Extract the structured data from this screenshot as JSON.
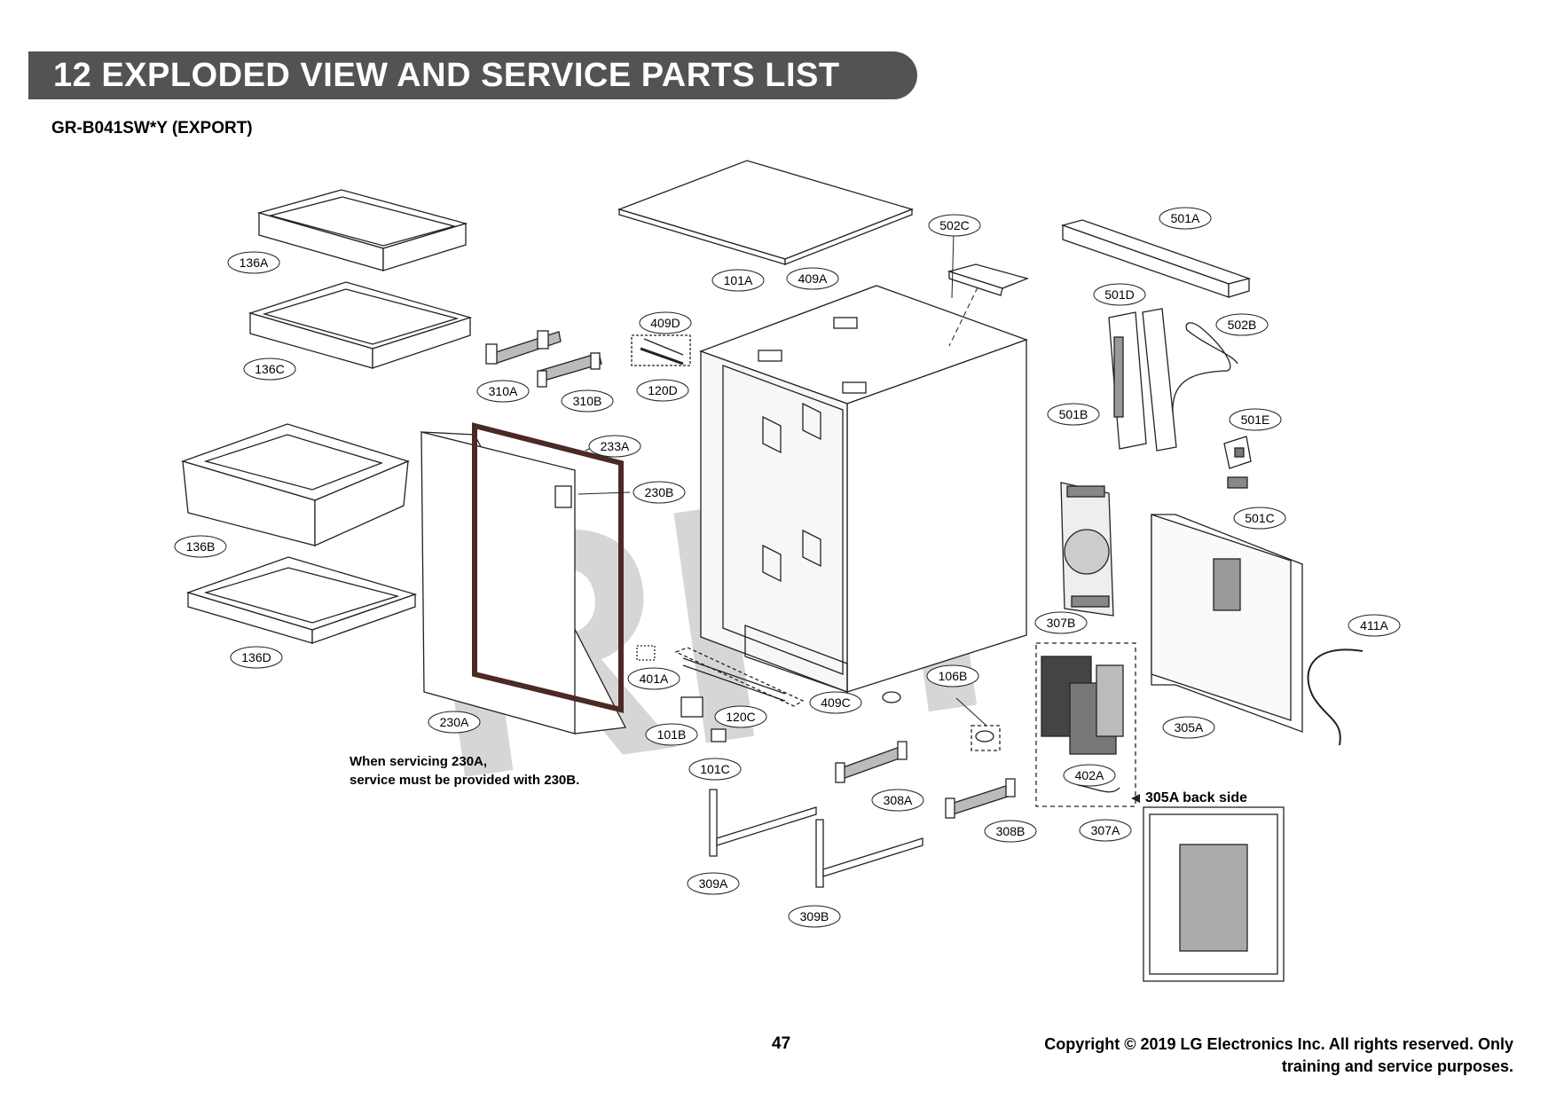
{
  "header": {
    "title": "12 EXPLODED VIEW AND SERVICE PARTS LIST"
  },
  "model": "GR-B041SW*Y (EXPORT)",
  "watermark": "RPI",
  "note": {
    "line1": "When servicing 230A,",
    "line2": "service must be provided with 230B."
  },
  "back_side_label": "305A back side",
  "page_number": "47",
  "copyright": {
    "line1": "Copyright © 2019 LG Electronics Inc. All rights reserved. Only",
    "line2": "training and service purposes."
  },
  "parts": [
    "136A",
    "136C",
    "136B",
    "136D",
    "101A",
    "409A",
    "502C",
    "501A",
    "501D",
    "502B",
    "501B",
    "501E",
    "501C",
    "310A",
    "310B",
    "409D",
    "120D",
    "233A",
    "230B",
    "230A",
    "307B",
    "411A",
    "305A",
    "401A",
    "101B",
    "101C",
    "120C",
    "409C",
    "106B",
    "402A",
    "307A",
    "308A",
    "308B",
    "309A",
    "309B"
  ]
}
